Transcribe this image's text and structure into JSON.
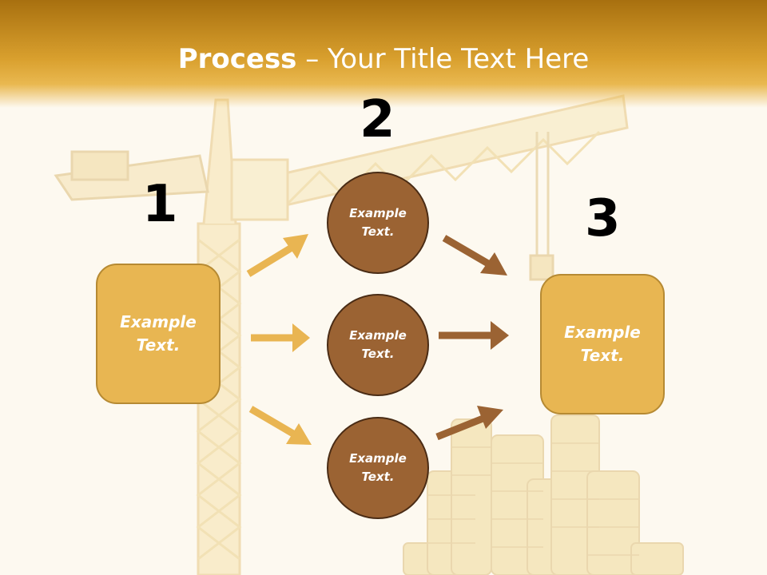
{
  "slide": {
    "title_bold": "Process",
    "title_rest": " – Your Title Text Here",
    "numbers": [
      "1",
      "2",
      "3"
    ],
    "left_box_text": "Example Text.",
    "right_box_text": "Example Text.",
    "circles": [
      "Example Text.",
      "Example Text.",
      "Example Text."
    ]
  },
  "colors": {
    "header": "#d9a02e",
    "box_fill": "#e8b652",
    "circle_fill": "#9b6333",
    "arrow_gold": "#e9b552",
    "arrow_brown": "#9b6333"
  }
}
